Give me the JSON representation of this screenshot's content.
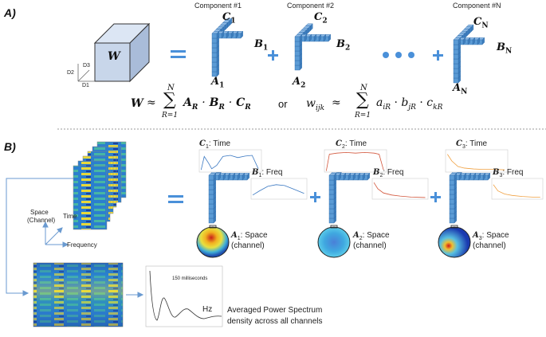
{
  "panel_a": {
    "label": "A)",
    "tensor_label": "W",
    "axes": [
      "D1",
      "D2",
      "D3"
    ],
    "equals": "=",
    "plus": "+",
    "dots": "• • •",
    "components": [
      {
        "title": "Component #1",
        "c": "C",
        "c_sub": "1",
        "b": "B",
        "b_sub": "1",
        "a": "A",
        "a_sub": "1"
      },
      {
        "title": "Component #2",
        "c": "C",
        "c_sub": "2",
        "b": "B",
        "b_sub": "2",
        "a": "A",
        "a_sub": "2"
      },
      {
        "title": "Component #N",
        "c": "C",
        "c_sub": "N",
        "b": "B",
        "b_sub": "N",
        "a": "A",
        "a_sub": "N"
      }
    ],
    "formula_left": {
      "w": "W",
      "approx": "≈",
      "sigma_top": "N",
      "sigma_bottom": "R=1",
      "terms": [
        "A",
        "R",
        "·",
        "B",
        "R",
        "·",
        "C",
        "R"
      ]
    },
    "or": "or",
    "formula_right": {
      "w": "w",
      "w_sub": "ijk",
      "approx": "≈",
      "sigma_top": "N",
      "sigma_bottom": "R=1",
      "terms": [
        "a",
        "iR",
        "·",
        "b",
        "jR",
        "·",
        "c",
        "kR"
      ]
    }
  },
  "panel_b": {
    "label": "B)",
    "axis_space": "Space",
    "axis_space_2": "(Channel)",
    "axis_time": "Time",
    "axis_frequency": "Frequency",
    "equals": "=",
    "plus": "+",
    "components": [
      {
        "c_label": "C",
        "c_sub": "1",
        "c_text": ": Time",
        "b_label": "B",
        "b_sub": "1",
        "b_text": ": Freq",
        "a_label": "A",
        "a_sub": "1",
        "a_text": ": Space",
        "a_text_2": "(channel)"
      },
      {
        "c_label": "C",
        "c_sub": "2",
        "c_text": ": Time",
        "b_label": "B",
        "b_sub": "2",
        "b_text": ": Freq",
        "a_label": "A",
        "a_sub": "2",
        "a_text": ": Space",
        "a_text_2": "(channel)"
      },
      {
        "c_label": "C",
        "c_sub": "3",
        "c_text": ": Time",
        "b_label": "B",
        "b_sub": "3",
        "b_text": ": Freq",
        "a_label": "A",
        "a_sub": "3",
        "a_text": ": Space",
        "a_text_2": "(channel)"
      }
    ],
    "spectrum_annotation": "150 milliseconds",
    "spectrum_axis": "Hz",
    "caption_line1": "Averaged Power Spectrum",
    "caption_line2": "density across all channels"
  },
  "colors": {
    "cube": "#c8d6ea",
    "bars": "#5b9bd5",
    "bars_dark": "#3f7fbf",
    "plus": "#4a90d9",
    "time_curve_1": "#3a78c2",
    "time_curve_2": "#d2553a",
    "time_curve_3": "#f0a040",
    "freq_curve_1": "#3a78c2",
    "freq_curve_2": "#d2553a",
    "freq_curve_3": "#f0a040"
  }
}
